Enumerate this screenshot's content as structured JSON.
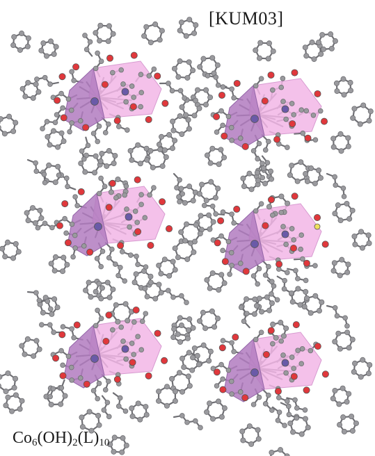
{
  "figure": {
    "code_label": "[KUM03]",
    "formula": {
      "metal": "Co",
      "metal_count": "6",
      "hydroxide": "(OH)",
      "hydroxide_count": "2",
      "ligand": "(L)",
      "ligand_count": "10"
    }
  },
  "colors": {
    "background": "#ffffff",
    "carbon_atom": "#9a9a9e",
    "carbon_outline": "#6e6e72",
    "bond": "#6f6f74",
    "oxygen_atom": "#e0383c",
    "cobalt_atom": "#6a5aa8",
    "polyhedron_light": "#f2b6e6",
    "polyhedron_dark": "#b27bc0",
    "sulfur_atom": "#f0e060",
    "text": "#1a1a1a"
  },
  "icons": {
    "carbon": "grey-ball",
    "oxygen": "red-ball",
    "cobalt": "purple-ball",
    "polyhedron": "pink-octahedron"
  }
}
